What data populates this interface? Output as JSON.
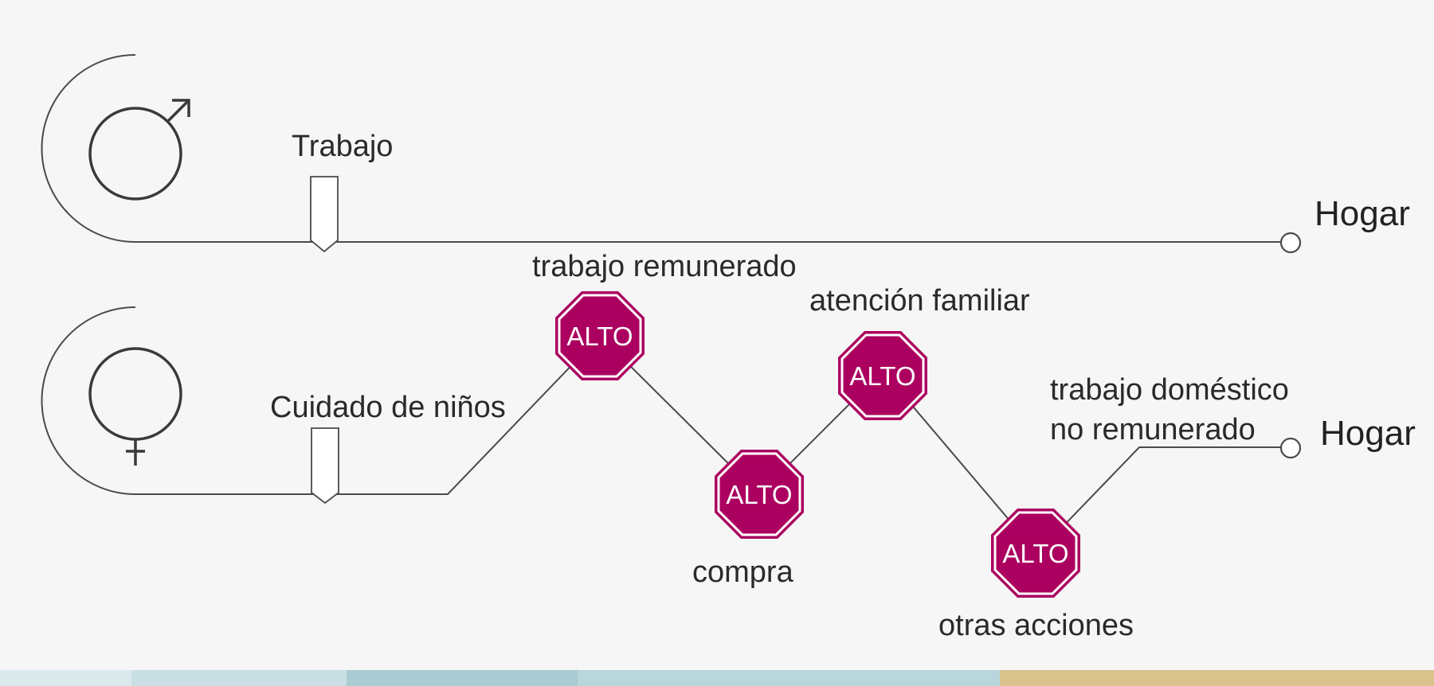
{
  "male_route": {
    "symbol_icon": "male-symbol-icon",
    "start_label": "Trabajo",
    "end_label": "Hogar"
  },
  "female_route": {
    "symbol_icon": "female-symbol-icon",
    "start_label": "Cuidado de niños",
    "end_label": "Hogar",
    "stops": [
      {
        "sign_text": "ALTO",
        "label": "trabajo remunerado"
      },
      {
        "sign_text": "ALTO",
        "label": "compra"
      },
      {
        "sign_text": "ALTO",
        "label": "atención familiar"
      },
      {
        "sign_text": "ALTO",
        "label": "otras acciones"
      }
    ],
    "final_label_line1": "trabajo doméstico",
    "final_label_line2": "no remunerado"
  },
  "colors": {
    "stop_sign": "#ab0060",
    "line": "#4a4a4a",
    "background": "#f6f6f6"
  }
}
